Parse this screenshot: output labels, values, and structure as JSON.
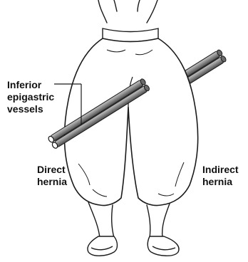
{
  "labels": {
    "inferior_epigastric": [
      "Inferior",
      "epigastric",
      "vessels"
    ],
    "direct": [
      "Direct",
      "hernia"
    ],
    "indirect": [
      "Indirect",
      "hernia"
    ]
  },
  "colors": {
    "outline": "#1a1a1a",
    "fill": "#ffffff",
    "vessel_dark": "#4a4a4a",
    "vessel_mid": "#8e8e8e",
    "vessel_light": "#c8c8c8"
  }
}
